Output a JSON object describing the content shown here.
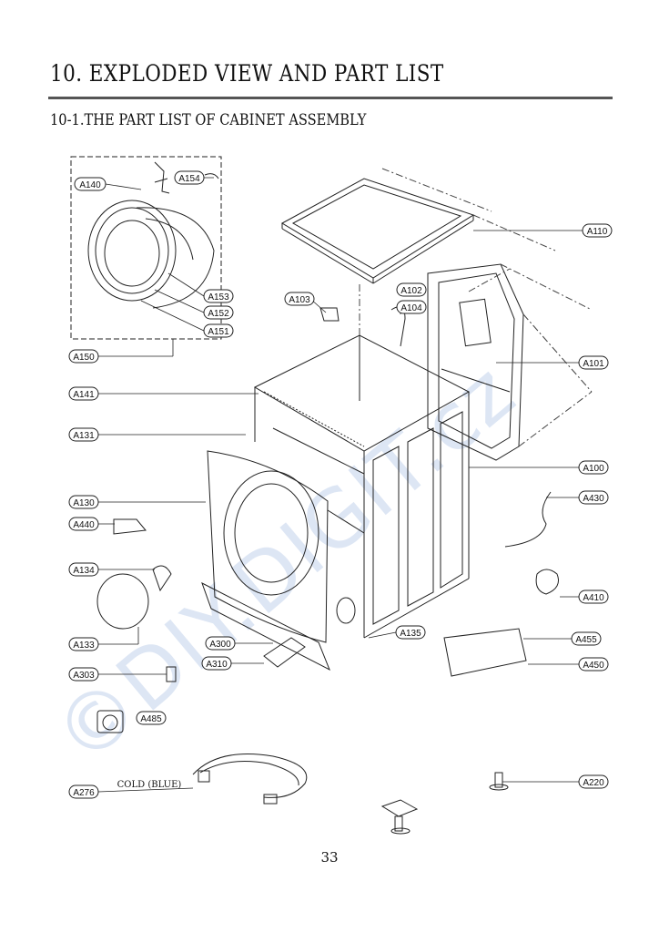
{
  "header": {
    "title": "10. EXPLODED VIEW AND PART LIST",
    "subtitle": "10-1.THE PART LIST OF CABINET ASSEMBLY"
  },
  "watermark": "©DIY.DIGIT.cz",
  "page_number": "33",
  "callouts": [
    {
      "id": "A154",
      "text": "A154"
    },
    {
      "id": "A140",
      "text": "A140"
    },
    {
      "id": "A153",
      "text": "A153"
    },
    {
      "id": "A152",
      "text": "A152"
    },
    {
      "id": "A151",
      "text": "A151"
    },
    {
      "id": "A150",
      "text": "A150"
    },
    {
      "id": "A110",
      "text": "A110"
    },
    {
      "id": "A103",
      "text": "A103"
    },
    {
      "id": "A102",
      "text": "A102"
    },
    {
      "id": "A104",
      "text": "A104"
    },
    {
      "id": "A101",
      "text": "A101"
    },
    {
      "id": "A141",
      "text": "A141"
    },
    {
      "id": "A131",
      "text": "A131"
    },
    {
      "id": "A100",
      "text": "A100"
    },
    {
      "id": "A430",
      "text": "A430"
    },
    {
      "id": "A130",
      "text": "A130"
    },
    {
      "id": "A440",
      "text": "A440"
    },
    {
      "id": "A134",
      "text": "A134"
    },
    {
      "id": "A410",
      "text": "A410"
    },
    {
      "id": "A455",
      "text": "A455"
    },
    {
      "id": "A135",
      "text": "A135"
    },
    {
      "id": "A300",
      "text": "A300"
    },
    {
      "id": "A133",
      "text": "A133"
    },
    {
      "id": "A310",
      "text": "A310"
    },
    {
      "id": "A450",
      "text": "A450"
    },
    {
      "id": "A303",
      "text": "A303"
    },
    {
      "id": "A485",
      "text": "A485"
    },
    {
      "id": "A220",
      "text": "A220"
    },
    {
      "id": "A276",
      "text": "A276"
    }
  ],
  "hose_note": "COLD (BLUE)",
  "colors": {
    "line": "#222222",
    "watermark": "#d8e2f3",
    "rule": "#555555"
  }
}
